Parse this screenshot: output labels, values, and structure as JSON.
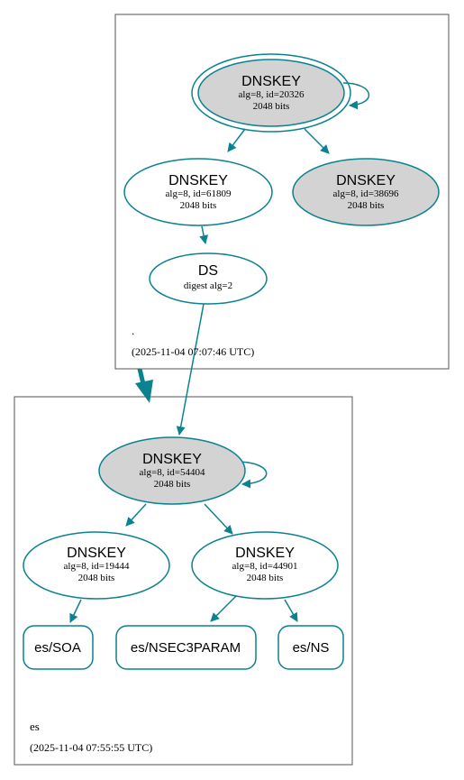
{
  "colors": {
    "edge": "#0a8290",
    "fill_grey": "#d3d3d3",
    "fill_white": "#ffffff",
    "border": "#555555"
  },
  "zones": [
    {
      "id": "root",
      "name": ".",
      "timestamp": "(2025-11-04 07:07:46 UTC)"
    },
    {
      "id": "es",
      "name": "es",
      "timestamp": "(2025-11-04 07:55:55 UTC)"
    }
  ],
  "nodes": {
    "root_ksk": {
      "type": "DNSKEY",
      "line1": "alg=8, id=20326",
      "line2": "2048 bits"
    },
    "root_zsk1": {
      "type": "DNSKEY",
      "line1": "alg=8, id=61809",
      "line2": "2048 bits"
    },
    "root_zsk2": {
      "type": "DNSKEY",
      "line1": "alg=8, id=38696",
      "line2": "2048 bits"
    },
    "root_ds": {
      "type": "DS",
      "line1": "digest alg=2"
    },
    "es_ksk": {
      "type": "DNSKEY",
      "line1": "alg=8, id=54404",
      "line2": "2048 bits"
    },
    "es_zsk1": {
      "type": "DNSKEY",
      "line1": "alg=8, id=19444",
      "line2": "2048 bits"
    },
    "es_zsk2": {
      "type": "DNSKEY",
      "line1": "alg=8, id=44901",
      "line2": "2048 bits"
    },
    "es_soa": {
      "label": "es/SOA"
    },
    "es_nsec3": {
      "label": "es/NSEC3PARAM"
    },
    "es_ns": {
      "label": "es/NS"
    }
  }
}
